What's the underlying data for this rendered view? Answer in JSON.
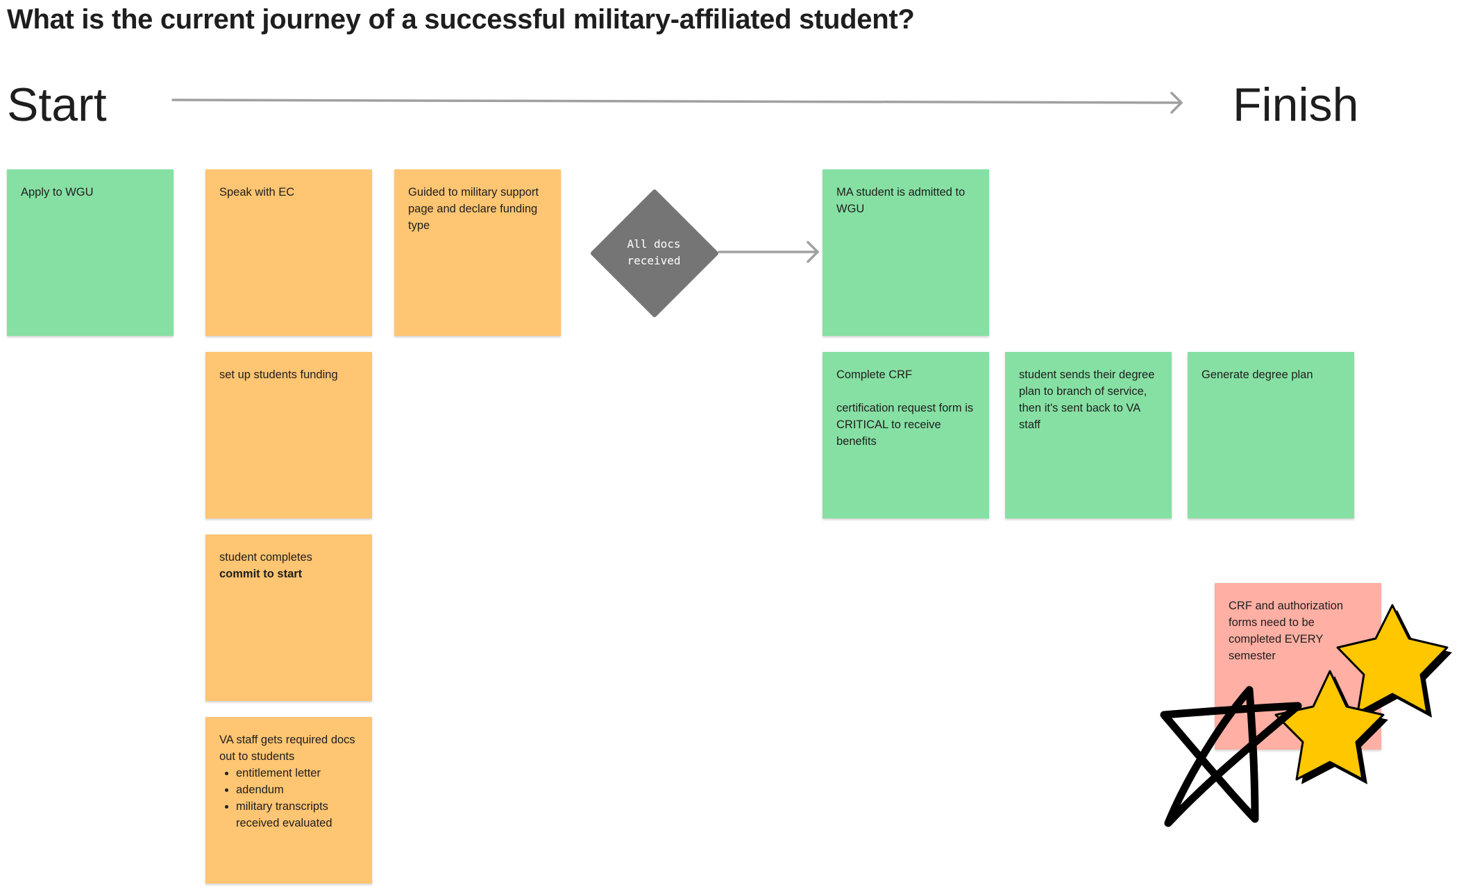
{
  "board": {
    "title": "What is the current journey of a successful military-affiliated student?",
    "start_label": "Start",
    "finish_label": "Finish"
  },
  "stickies": {
    "apply": "Apply to WGU",
    "speak_ec": "Speak with EC",
    "guided": "Guided to military support page and declare funding type",
    "funding": "set up students funding",
    "commit_prefix": "student completes",
    "commit_bold": "commit to start",
    "va_docs_intro": "VA staff gets required docs out to students",
    "va_docs_items": [
      "entitlement letter",
      "adendum",
      "military transcripts received evaluated"
    ],
    "admitted": "MA student is admitted to WGU",
    "crf_title": "Complete CRF",
    "crf_body": "certification request form is CRITICAL to receive benefits",
    "degree_send": "student sends their degree plan to branch of service, then it's sent back to VA staff",
    "generate_plan": "Generate degree plan",
    "crf_every_semester": "CRF and authorization forms need to be completed EVERY semester"
  },
  "decision": {
    "text": "All docs received"
  },
  "colors": {
    "green_sticky": "#86e0a3",
    "orange_sticky": "#fec572",
    "pink_sticky": "#ffafa3",
    "diamond": "#757575",
    "star_fill": "#ffc700",
    "connector": "#a0a0a0"
  },
  "icons": [
    "star-icon",
    "star-icon",
    "star-outline-icon"
  ]
}
